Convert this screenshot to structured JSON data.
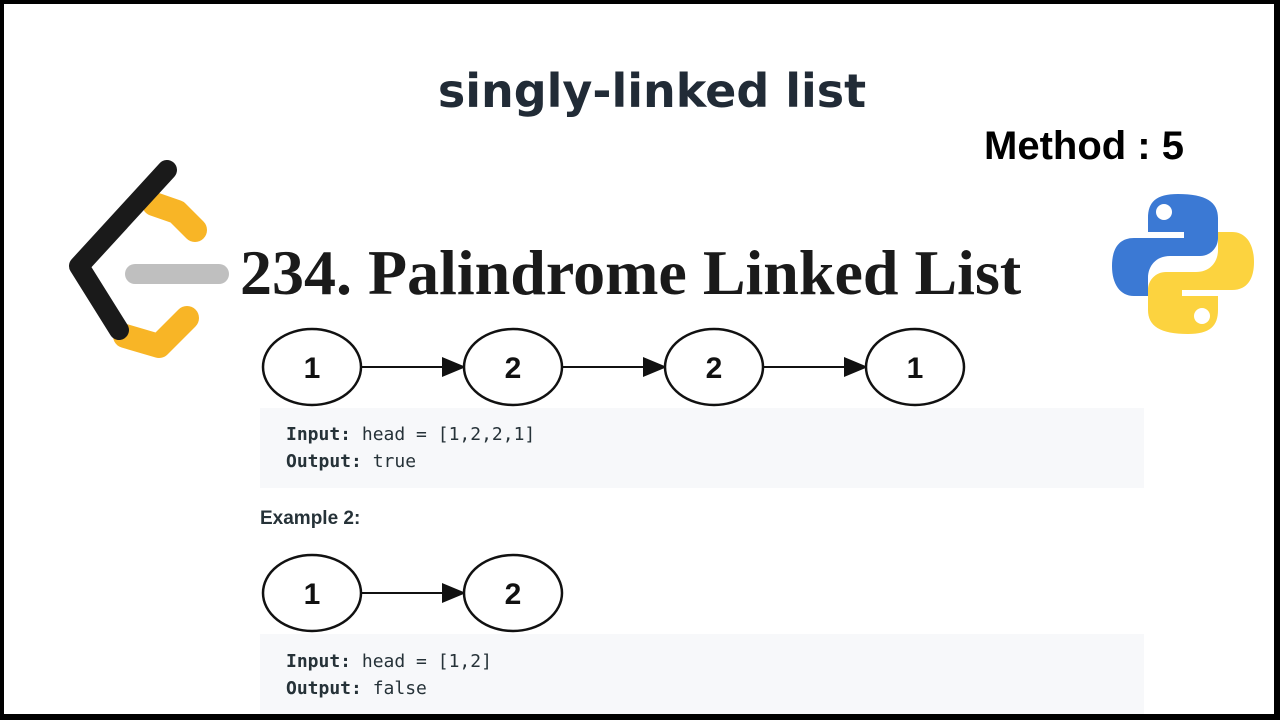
{
  "header": {
    "subtitle": "singly-linked list",
    "method": "Method : 5",
    "title": "234. Palindrome Linked List"
  },
  "logos": {
    "leetcode": "leetcode-logo",
    "python": "python-logo"
  },
  "example1": {
    "nodes": [
      "1",
      "2",
      "2",
      "1"
    ],
    "input_key": "Input:",
    "input_value": "head = [1,2,2,1]",
    "output_key": "Output:",
    "output_value": "true"
  },
  "example2": {
    "label": "Example 2:",
    "nodes": [
      "1",
      "2"
    ],
    "input_key": "Input:",
    "input_value": "head = [1,2]",
    "output_key": "Output:",
    "output_value": "false"
  },
  "colors": {
    "leetcode_orange": "#f8b526",
    "leetcode_black": "#1a1a1a",
    "leetcode_gray": "#bfbfbf",
    "python_blue": "#3b79d4",
    "python_yellow": "#fcd33f"
  }
}
